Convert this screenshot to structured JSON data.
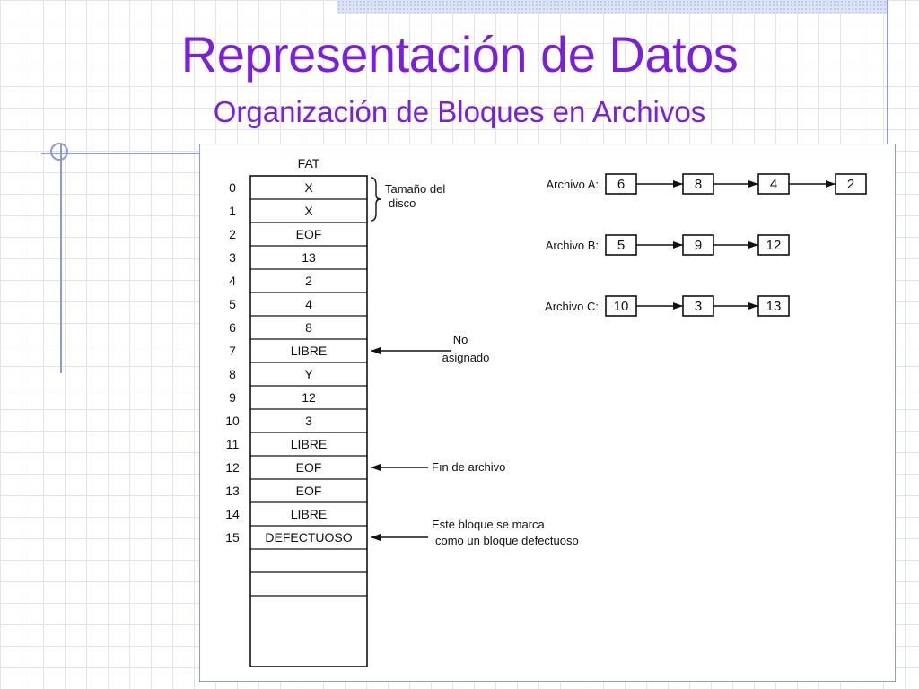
{
  "slide": {
    "title": "Representación de Datos",
    "subtitle": "Organización de Bloques en Archivos"
  },
  "fat": {
    "header": "FAT",
    "entries": [
      {
        "index": "0",
        "value": "X"
      },
      {
        "index": "1",
        "value": "X"
      },
      {
        "index": "2",
        "value": "EOF"
      },
      {
        "index": "3",
        "value": "13"
      },
      {
        "index": "4",
        "value": "2"
      },
      {
        "index": "5",
        "value": "4"
      },
      {
        "index": "6",
        "value": "8"
      },
      {
        "index": "7",
        "value": "LIBRE"
      },
      {
        "index": "8",
        "value": "Y"
      },
      {
        "index": "9",
        "value": "12"
      },
      {
        "index": "10",
        "value": "3"
      },
      {
        "index": "11",
        "value": "LIBRE"
      },
      {
        "index": "12",
        "value": "EOF"
      },
      {
        "index": "13",
        "value": "EOF"
      },
      {
        "index": "14",
        "value": "LIBRE"
      },
      {
        "index": "15",
        "value": "DEFECTUOSO"
      }
    ],
    "empty_rows": 2
  },
  "annotations": {
    "disk_size": [
      "Tamaño del",
      "disco"
    ],
    "not_assigned": [
      "No",
      "asignado"
    ],
    "end_of_file": [
      "Fın de archivo"
    ],
    "defective": [
      "Este bloque se marca",
      "como un bloque defectuoso"
    ]
  },
  "files": [
    {
      "label": "Archivo A:",
      "blocks": [
        "6",
        "8",
        "4",
        "2"
      ]
    },
    {
      "label": "Archivo B:",
      "blocks": [
        "5",
        "9",
        "12"
      ]
    },
    {
      "label": "Archivo C:",
      "blocks": [
        "10",
        "3",
        "13"
      ]
    }
  ]
}
